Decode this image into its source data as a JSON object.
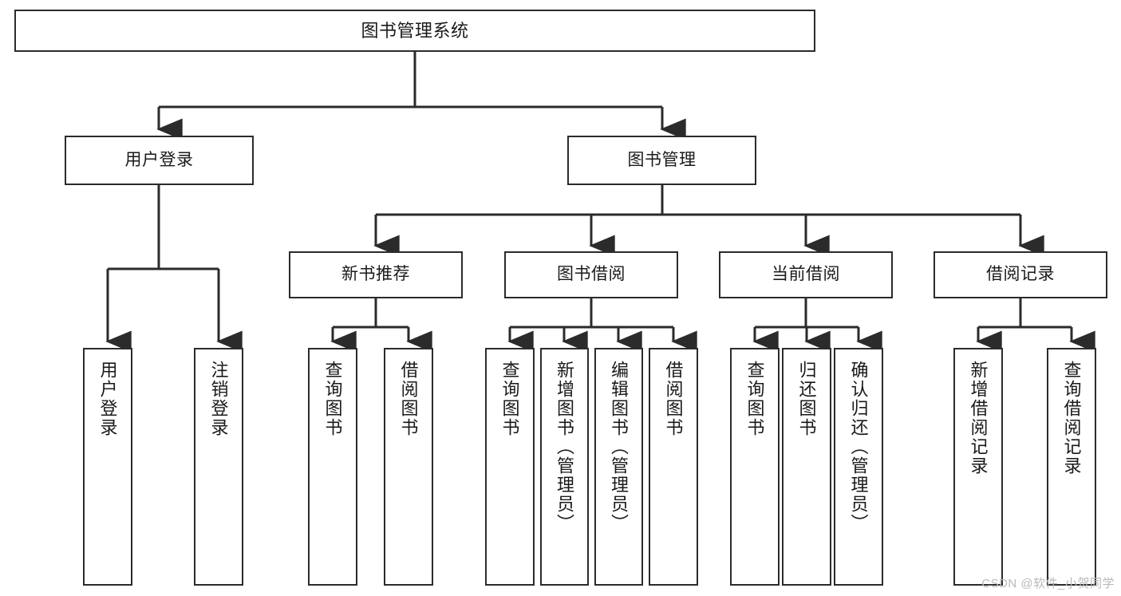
{
  "diagram": {
    "title": "图书管理系统",
    "type": "tree-hierarchy",
    "orientation": "top-down",
    "colors": {
      "node_border": "#2b2b2b",
      "node_fill": "#ffffff",
      "edge": "#2b2b2b",
      "text": "#1a1a1a",
      "watermark": "#b9b9b9",
      "background": "#ffffff"
    }
  },
  "watermark": {
    "text": "CSDN @软件_小贺同学"
  },
  "nodes": {
    "root": {
      "label": "图书管理系统"
    },
    "level2": [
      {
        "id": "user-login",
        "label": "用户登录"
      },
      {
        "id": "book-manage",
        "label": "图书管理"
      }
    ],
    "level3": [
      {
        "id": "new-book-recommend",
        "label": "新书推荐"
      },
      {
        "id": "book-borrow",
        "label": "图书借阅"
      },
      {
        "id": "current-borrow",
        "label": "当前借阅"
      },
      {
        "id": "borrow-record",
        "label": "借阅记录"
      }
    ],
    "leaves": {
      "user_login": [
        {
          "id": "leaf-user-login",
          "label": "用户登录"
        },
        {
          "id": "leaf-logout-login",
          "label": "注销登录"
        }
      ],
      "new_book_recommend": [
        {
          "id": "leaf-query-book-1",
          "label": "查询图书"
        },
        {
          "id": "leaf-borrow-book-1",
          "label": "借阅图书"
        }
      ],
      "book_borrow": [
        {
          "id": "leaf-query-book-2",
          "label": "查询图书"
        },
        {
          "id": "leaf-add-book",
          "label": "新增图书（管理员）"
        },
        {
          "id": "leaf-edit-book",
          "label": "编辑图书（管理员）"
        },
        {
          "id": "leaf-borrow-book-2",
          "label": "借阅图书"
        }
      ],
      "current_borrow": [
        {
          "id": "leaf-query-book-3",
          "label": "查询图书"
        },
        {
          "id": "leaf-return-book",
          "label": "归还图书"
        },
        {
          "id": "leaf-confirm-return",
          "label": "确认归还（管理员）"
        }
      ],
      "borrow_record": [
        {
          "id": "leaf-add-record",
          "label": "新增借阅记录"
        },
        {
          "id": "leaf-query-record",
          "label": "查询借阅记录"
        }
      ]
    }
  },
  "edges": [
    {
      "from": "root",
      "to": "user-login"
    },
    {
      "from": "root",
      "to": "book-manage"
    },
    {
      "from": "user-login",
      "to": "leaf-user-login"
    },
    {
      "from": "user-login",
      "to": "leaf-logout-login"
    },
    {
      "from": "book-manage",
      "to": "new-book-recommend"
    },
    {
      "from": "book-manage",
      "to": "book-borrow"
    },
    {
      "from": "book-manage",
      "to": "current-borrow"
    },
    {
      "from": "book-manage",
      "to": "borrow-record"
    },
    {
      "from": "new-book-recommend",
      "to": "leaf-query-book-1"
    },
    {
      "from": "new-book-recommend",
      "to": "leaf-borrow-book-1"
    },
    {
      "from": "book-borrow",
      "to": "leaf-query-book-2"
    },
    {
      "from": "book-borrow",
      "to": "leaf-add-book"
    },
    {
      "from": "book-borrow",
      "to": "leaf-edit-book"
    },
    {
      "from": "book-borrow",
      "to": "leaf-borrow-book-2"
    },
    {
      "from": "current-borrow",
      "to": "leaf-query-book-3"
    },
    {
      "from": "current-borrow",
      "to": "leaf-return-book"
    },
    {
      "from": "current-borrow",
      "to": "leaf-confirm-return"
    },
    {
      "from": "borrow-record",
      "to": "leaf-add-record"
    },
    {
      "from": "borrow-record",
      "to": "leaf-query-record"
    }
  ]
}
